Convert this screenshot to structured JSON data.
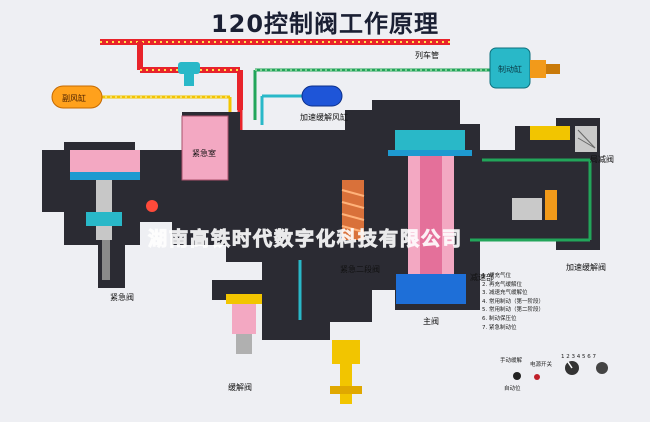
{
  "title": "120控制阀工作原理",
  "labels": {
    "train_pipe": "列车管",
    "brake_cylinder": "制动缸",
    "aux_reservoir": "副风缸",
    "accel_release_reservoir": "加速缓解风缸",
    "emergency_chamber": "紧急室",
    "emergency_valve": "紧急阀",
    "emergency_second_stage": "紧急二段阀",
    "main_valve": "主阀",
    "reducer": "减速部",
    "release_valve": "缓解阀",
    "relief_valve": "局减阀",
    "accel_release_valve": "加速缓解阀"
  },
  "legend": [
    "1. 初充气位",
    "2. 再充气缓解位",
    "3. 减速充气缓解位",
    "4. 常用制动（第一阶段）",
    "5. 常用制动（第二阶段）",
    "6. 制动保压位",
    "7. 紧急制动位"
  ],
  "controls": {
    "manual_release": "手动缓解",
    "auto_position": "自动位",
    "power_switch": "电源开关",
    "dial_numbers": "1 2 3 4 5 6 7"
  },
  "watermark": "湖南高铁时代数字化科技有限公司",
  "colors": {
    "background": "#eeeff3",
    "train_pipe": "#e8232a",
    "brake_cylinder_air": "#ff9a1a",
    "accel_release_air": "#22a55a",
    "aux_air": "#f2c500",
    "body": "#2b2b33",
    "pink": "#f3a8c2",
    "cyan": "#29b8c8",
    "watermark": "#3c7fe0"
  }
}
